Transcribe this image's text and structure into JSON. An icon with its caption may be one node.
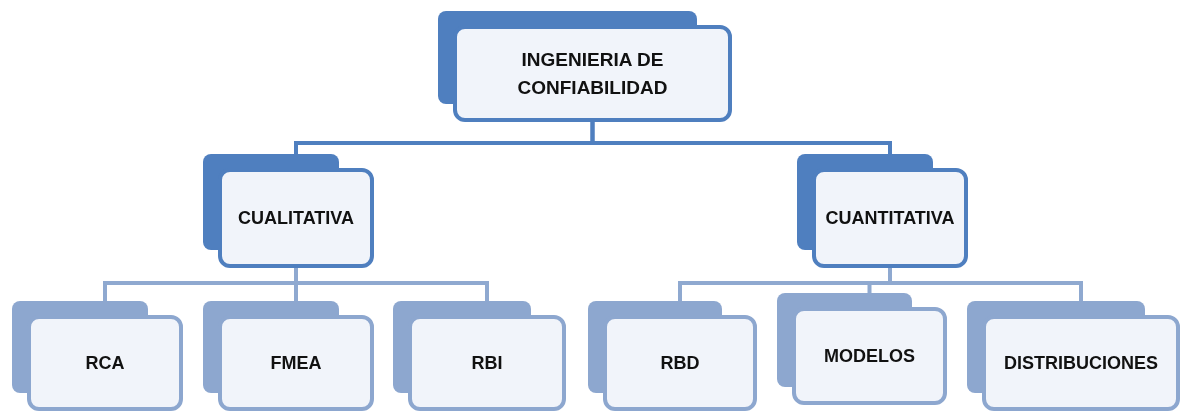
{
  "diagram": {
    "nodes": [
      {
        "text": [
          "INGENIERIA DE CONFIABILIDAD"
        ]
      },
      {
        "text": [
          "CUALITATIVA"
        ]
      },
      {
        "text": [
          "CUANTITATIVA"
        ]
      },
      {
        "text": [
          "RCA"
        ]
      },
      {
        "text": [
          "FMEA"
        ]
      },
      {
        "text": [
          "RBI"
        ]
      },
      {
        "text": [
          "RBD"
        ]
      },
      {
        "text": [
          "MODELOS"
        ]
      },
      {
        "text": [
          "DISTRIBUCIONES"
        ]
      }
    ],
    "edges": [
      {
        "from": 0,
        "to": 1,
        "arrow": "none",
        "color": "#4f7fbf"
      },
      {
        "from": 0,
        "to": 2,
        "arrow": "none",
        "color": "#4f7fbf"
      },
      {
        "from": 1,
        "to": 3,
        "arrow": "none"
      },
      {
        "from": 1,
        "to": 4,
        "arrow": "none"
      },
      {
        "from": 1,
        "to": 5,
        "arrow": "none"
      },
      {
        "from": 2,
        "to": 6,
        "arrow": "none"
      },
      {
        "from": 2,
        "to": 7,
        "arrow": "none"
      },
      {
        "from": 2,
        "to": 8,
        "arrow": "none"
      }
    ]
  }
}
